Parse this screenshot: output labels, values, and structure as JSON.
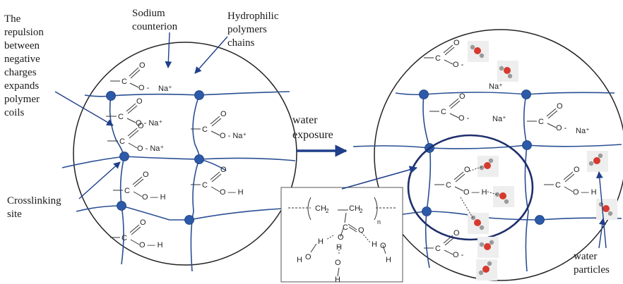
{
  "labels": {
    "repulsion": "The\nrepulsion\nbetween\nnegative\ncharges\nexpands\npolymer\ncoils",
    "sodium": "Sodium\ncounterion",
    "hydrophilic": "Hydrophilic\npolymers\nchains",
    "crosslinking": "Crosslinking\nsite",
    "water_exposure": "water\nexposure",
    "water_particles": "water\nparticles"
  },
  "chem": {
    "C": "C",
    "O": "O",
    "O_minus": "O -",
    "O_minus_na": "O - Na⁺",
    "H": "H",
    "OH": "O — H",
    "na_ion": "Na⁺",
    "ch2": "CH",
    "ch": "CH",
    "sub2": "2",
    "n": "n"
  },
  "colors": {
    "polymer": "#2a4f93",
    "node": "#2c5aa8",
    "arrow": "#1f3f8a",
    "ellipse": "#1f2f6b",
    "oxygen": "#d63a2e",
    "hydrogen": "#9a9a9a"
  }
}
